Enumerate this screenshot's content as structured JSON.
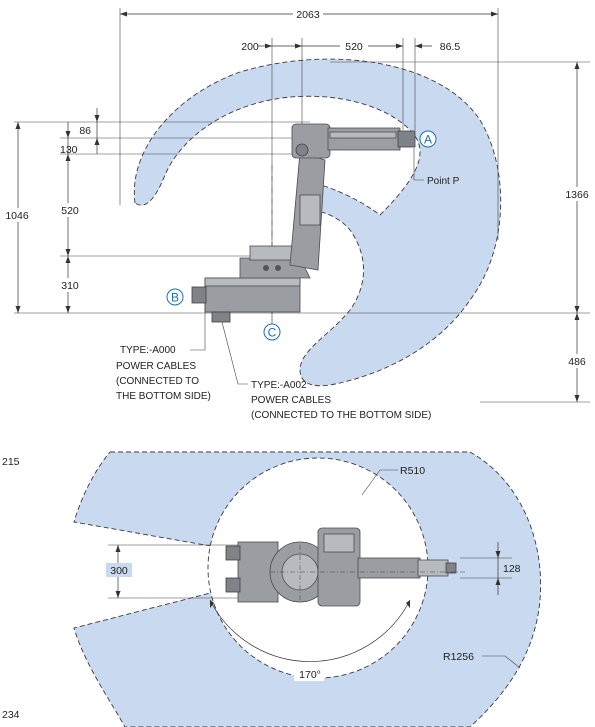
{
  "colors": {
    "envelope": "#c9d9ef",
    "accent": "#1f6fb5"
  },
  "side_view": {
    "dims": {
      "total_width": "2063",
      "offset_200": "200",
      "arm_520": "520",
      "offset_86_5": "86.5",
      "h_86": "86",
      "h_130": "130",
      "h_520": "520",
      "h_310": "310",
      "h_1046": "1046",
      "h_1366": "1366",
      "h_486": "486"
    },
    "markers": {
      "a": "A",
      "b": "B",
      "c": "C"
    },
    "point_label": "Point P",
    "note_a000": [
      "TYPE:-A000",
      "POWER CABLES",
      "(CONNECTED TO",
      "THE BOTTOM SIDE)"
    ],
    "note_a002": [
      "TYPE:-A002",
      "POWER CABLES",
      "(CONNECTED TO THE BOTTOM SIDE)"
    ]
  },
  "top_view": {
    "dims": {
      "left_215": "215",
      "left_234": "234",
      "r_510": "R510",
      "h_300": "300",
      "h_128": "128",
      "r_1256": "R1256",
      "angle_170": "170°"
    }
  }
}
